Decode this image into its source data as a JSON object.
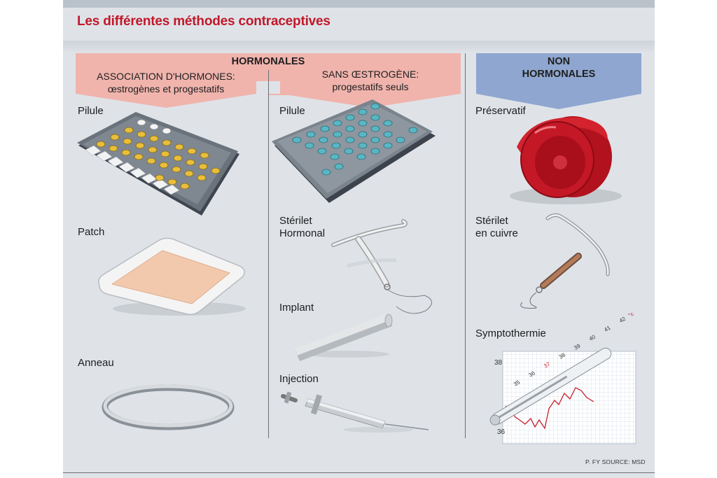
{
  "title": "Les différentes méthodes contraceptives",
  "hormonales": {
    "header": "HORMONALES",
    "association": {
      "line1": "ASSOCIATION D'HORMONES:",
      "line2": "œstrogènes et progestatifs"
    },
    "sans": {
      "line1": "SANS ŒSTROGÈNE:",
      "line2": "progestatifs seuls"
    }
  },
  "non_hormonales": {
    "line1": "NON",
    "line2": "HORMONALES"
  },
  "col1": {
    "pilule": "Pilule",
    "patch": "Patch",
    "anneau": "Anneau"
  },
  "col2": {
    "pilule": "Pilule",
    "sterilet_l1": "Stérilet",
    "sterilet_l2": "Hormonal",
    "implant": "Implant",
    "injection": "Injection"
  },
  "col3": {
    "preservatif": "Préservatif",
    "sterilet_l1": "Stérilet",
    "sterilet_l2": "en cuivre",
    "symptothermie": "Symptothermie"
  },
  "thermometer": {
    "scale": [
      "35",
      "36",
      "37",
      "38",
      "39",
      "40",
      "41",
      "42"
    ],
    "unit": "°c"
  },
  "chart_axis": {
    "top": "38",
    "bottom": "36"
  },
  "source": "P. FY SOURCE: MSD",
  "colors": {
    "title": "#c0182a",
    "hormonal_banner": "#f0b4ad",
    "non_hormonal_banner": "#8fa7d0"
  }
}
